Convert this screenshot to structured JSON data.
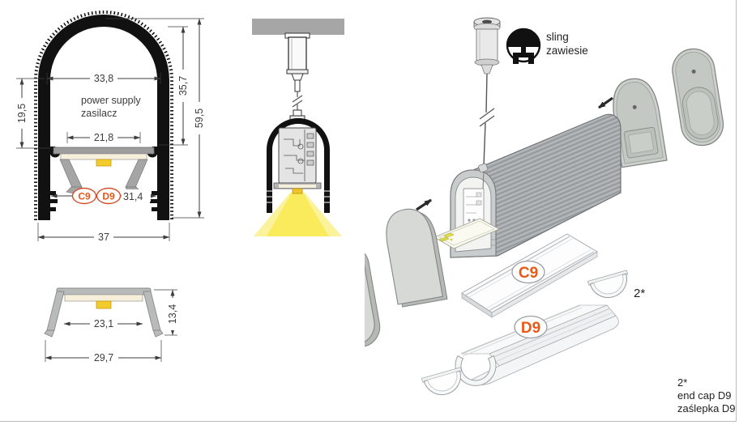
{
  "figures": {
    "cross_section": {
      "annotation_line1": "power supply",
      "annotation_line2": "zasilacz",
      "dim_top_inner_width": "33,8",
      "dim_left_depth": "19,5",
      "dim_inner_width": "21,8",
      "dim_right_inner_height": "35,7",
      "dim_total_height": "59,5",
      "dim_cover_width": "31,4",
      "dim_total_width": "37",
      "badge_c9": "C9",
      "badge_d9": "D9"
    },
    "cover_profile": {
      "dim_inner_width": "23,1",
      "dim_height": "13,4",
      "dim_total_width": "29,7"
    },
    "exploded": {
      "sling_label_en": "sling",
      "sling_label_pl": "zawiesie",
      "cover_c9": "C9",
      "cover_d9": "D9",
      "end_cap_qty": "2*",
      "note_qty": "2*",
      "note_line1": "end cap D9",
      "note_line2": "zaślepka D9"
    }
  },
  "colors": {
    "accent_orange": "#e95a17",
    "small_badge_outline": "#d34f2a",
    "dimension_lines": "#3d3d3d",
    "led_yellow": "#f3cb2e",
    "light_beam_yellow": "#f8e84a",
    "profile_black": "#1a1a1a",
    "metal_gray": "#c9cccd"
  }
}
